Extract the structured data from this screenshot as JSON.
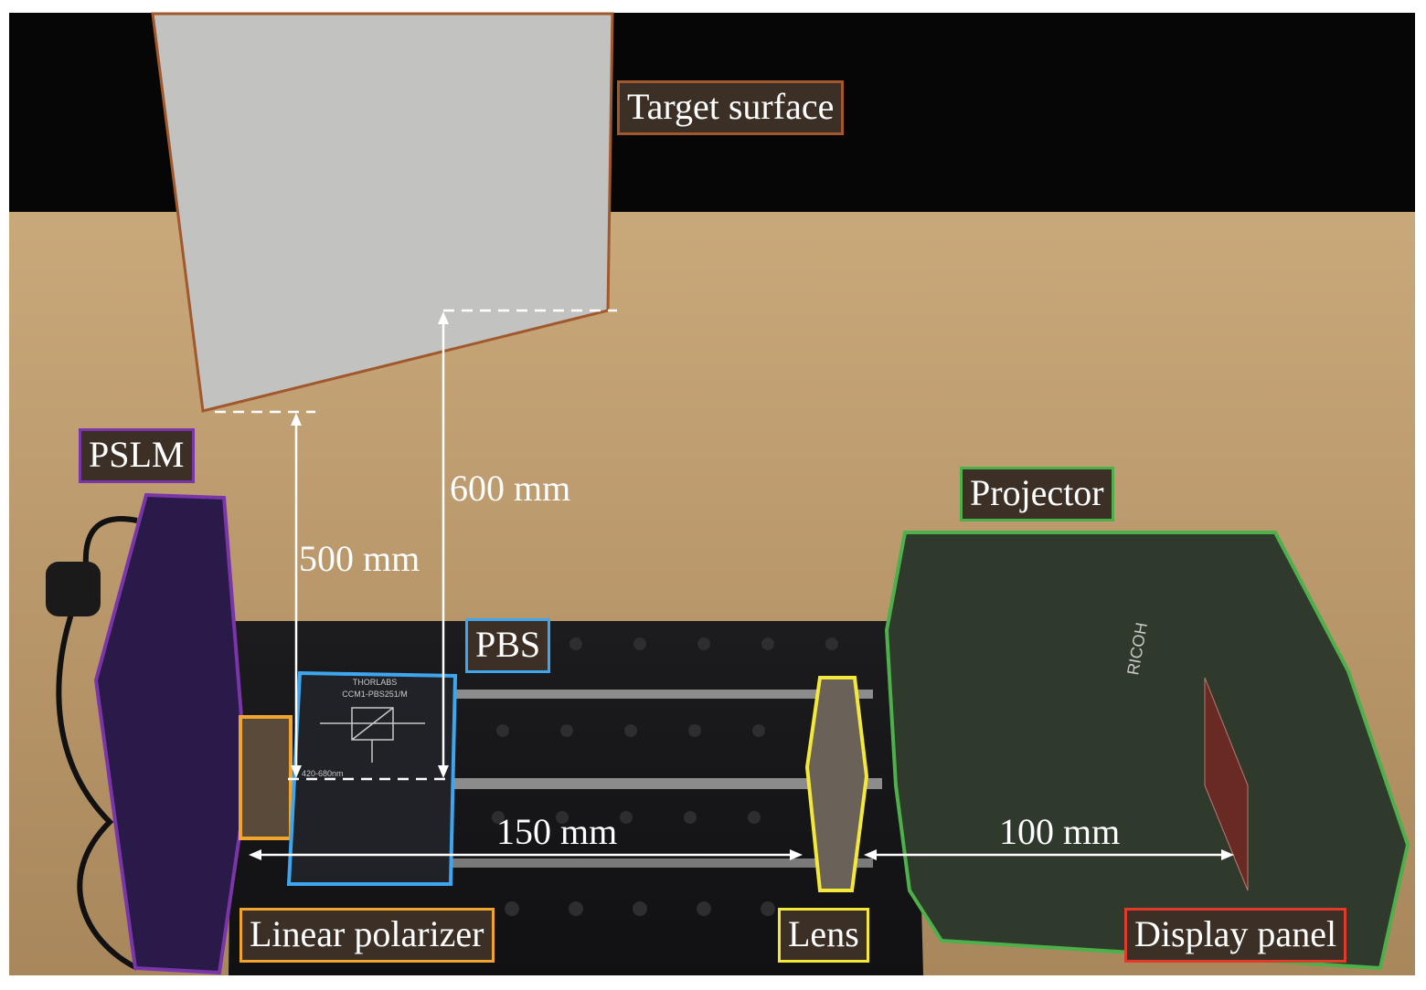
{
  "labels": {
    "target_surface": "Target surface",
    "pslm": "PSLM",
    "pbs": "PBS",
    "projector": "Projector",
    "linear_polarizer": "Linear polarizer",
    "lens": "Lens",
    "display_panel": "Display panel"
  },
  "measurements": {
    "pslm_to_target": "500 mm",
    "pbs_to_target": "600 mm",
    "polarizer_to_lens": "150 mm",
    "lens_to_display": "100 mm"
  },
  "device_text": {
    "pbs_brand": "THORLABS",
    "pbs_model": "CCM1-PBS251/M",
    "pbs_range": "420-680nm",
    "projector_brand": "RICOH"
  },
  "colors": {
    "target_surface": "#a0582c",
    "pslm": "#7a35a8",
    "pbs": "#3ea6ee",
    "linear_polarizer": "#f2a52e",
    "lens": "#f4e83a",
    "projector": "#4db04a",
    "display_panel": "#e23a2a"
  }
}
